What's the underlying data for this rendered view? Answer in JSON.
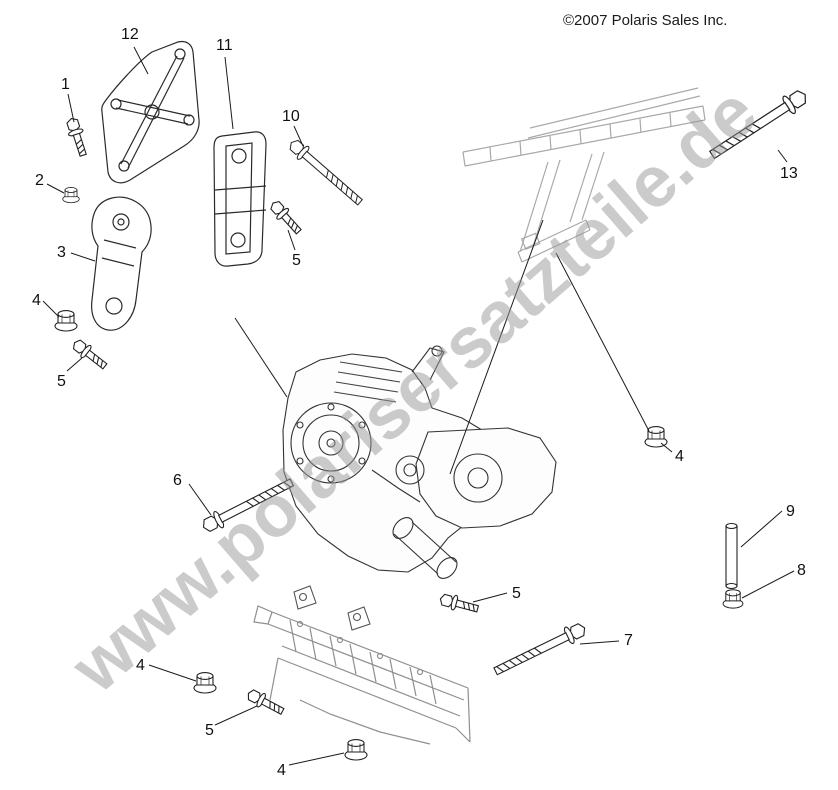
{
  "copyright": "©2007 Polaris Sales Inc.",
  "watermark": "www.polarisersatzteile.de",
  "callouts": [
    {
      "label": "12"
    },
    {
      "label": "11"
    },
    {
      "label": "1"
    },
    {
      "label": "10"
    },
    {
      "label": "13"
    },
    {
      "label": "2"
    },
    {
      "label": "3"
    },
    {
      "label": "5"
    },
    {
      "label": "4"
    },
    {
      "label": "5"
    },
    {
      "label": "4"
    },
    {
      "label": "6"
    },
    {
      "label": "9"
    },
    {
      "label": "8"
    },
    {
      "label": "5"
    },
    {
      "label": "7"
    },
    {
      "label": "4"
    },
    {
      "label": "5"
    },
    {
      "label": "4"
    }
  ]
}
